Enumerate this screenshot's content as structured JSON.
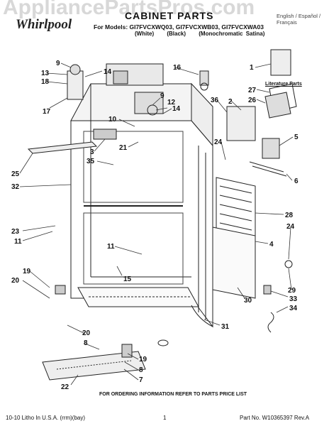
{
  "watermark": "AppliancePartsPros.com",
  "brand": "Whirlpool",
  "title": "CABINET PARTS",
  "language": "English / Español / Français",
  "models_line": "For Models: GI7FVCXWQ03, GI7FVCXWB03, GI7FVCXWA03",
  "variants": [
    "(White)",
    "(Black)",
    "(Monochromatic Satina)"
  ],
  "literature_label": "Literature Parts",
  "footer_note": "FOR ORDERING INFORMATION REFER TO PARTS PRICE LIST",
  "footer_left": "10-10 Litho In U.S.A. (rrm)(bay)",
  "footer_page": "1",
  "footer_right": "Part No. W10365397 Rev.A",
  "callouts": {
    "c1": "1",
    "c2": "2",
    "c3": "3",
    "c4": "4",
    "c5": "5",
    "c6": "6",
    "c7": "7",
    "c8a": "8",
    "c8b": "8",
    "c9a": "9",
    "c9b": "9",
    "c10": "10",
    "c11a": "11",
    "c11b": "11",
    "c12": "12",
    "c13": "13",
    "c14a": "14",
    "c14b": "14",
    "c15": "15",
    "c16": "16",
    "c17": "17",
    "c18": "18",
    "c19a": "19",
    "c19b": "19",
    "c20a": "20",
    "c20b": "20",
    "c21": "21",
    "c22": "22",
    "c23": "23",
    "c24a": "24",
    "c24b": "24",
    "c25": "25",
    "c26": "26",
    "c27": "27",
    "c28": "28",
    "c29": "29",
    "c30": "30",
    "c31": "31",
    "c32": "32",
    "c33": "33",
    "c34": "34",
    "c35": "35",
    "c36": "36"
  }
}
